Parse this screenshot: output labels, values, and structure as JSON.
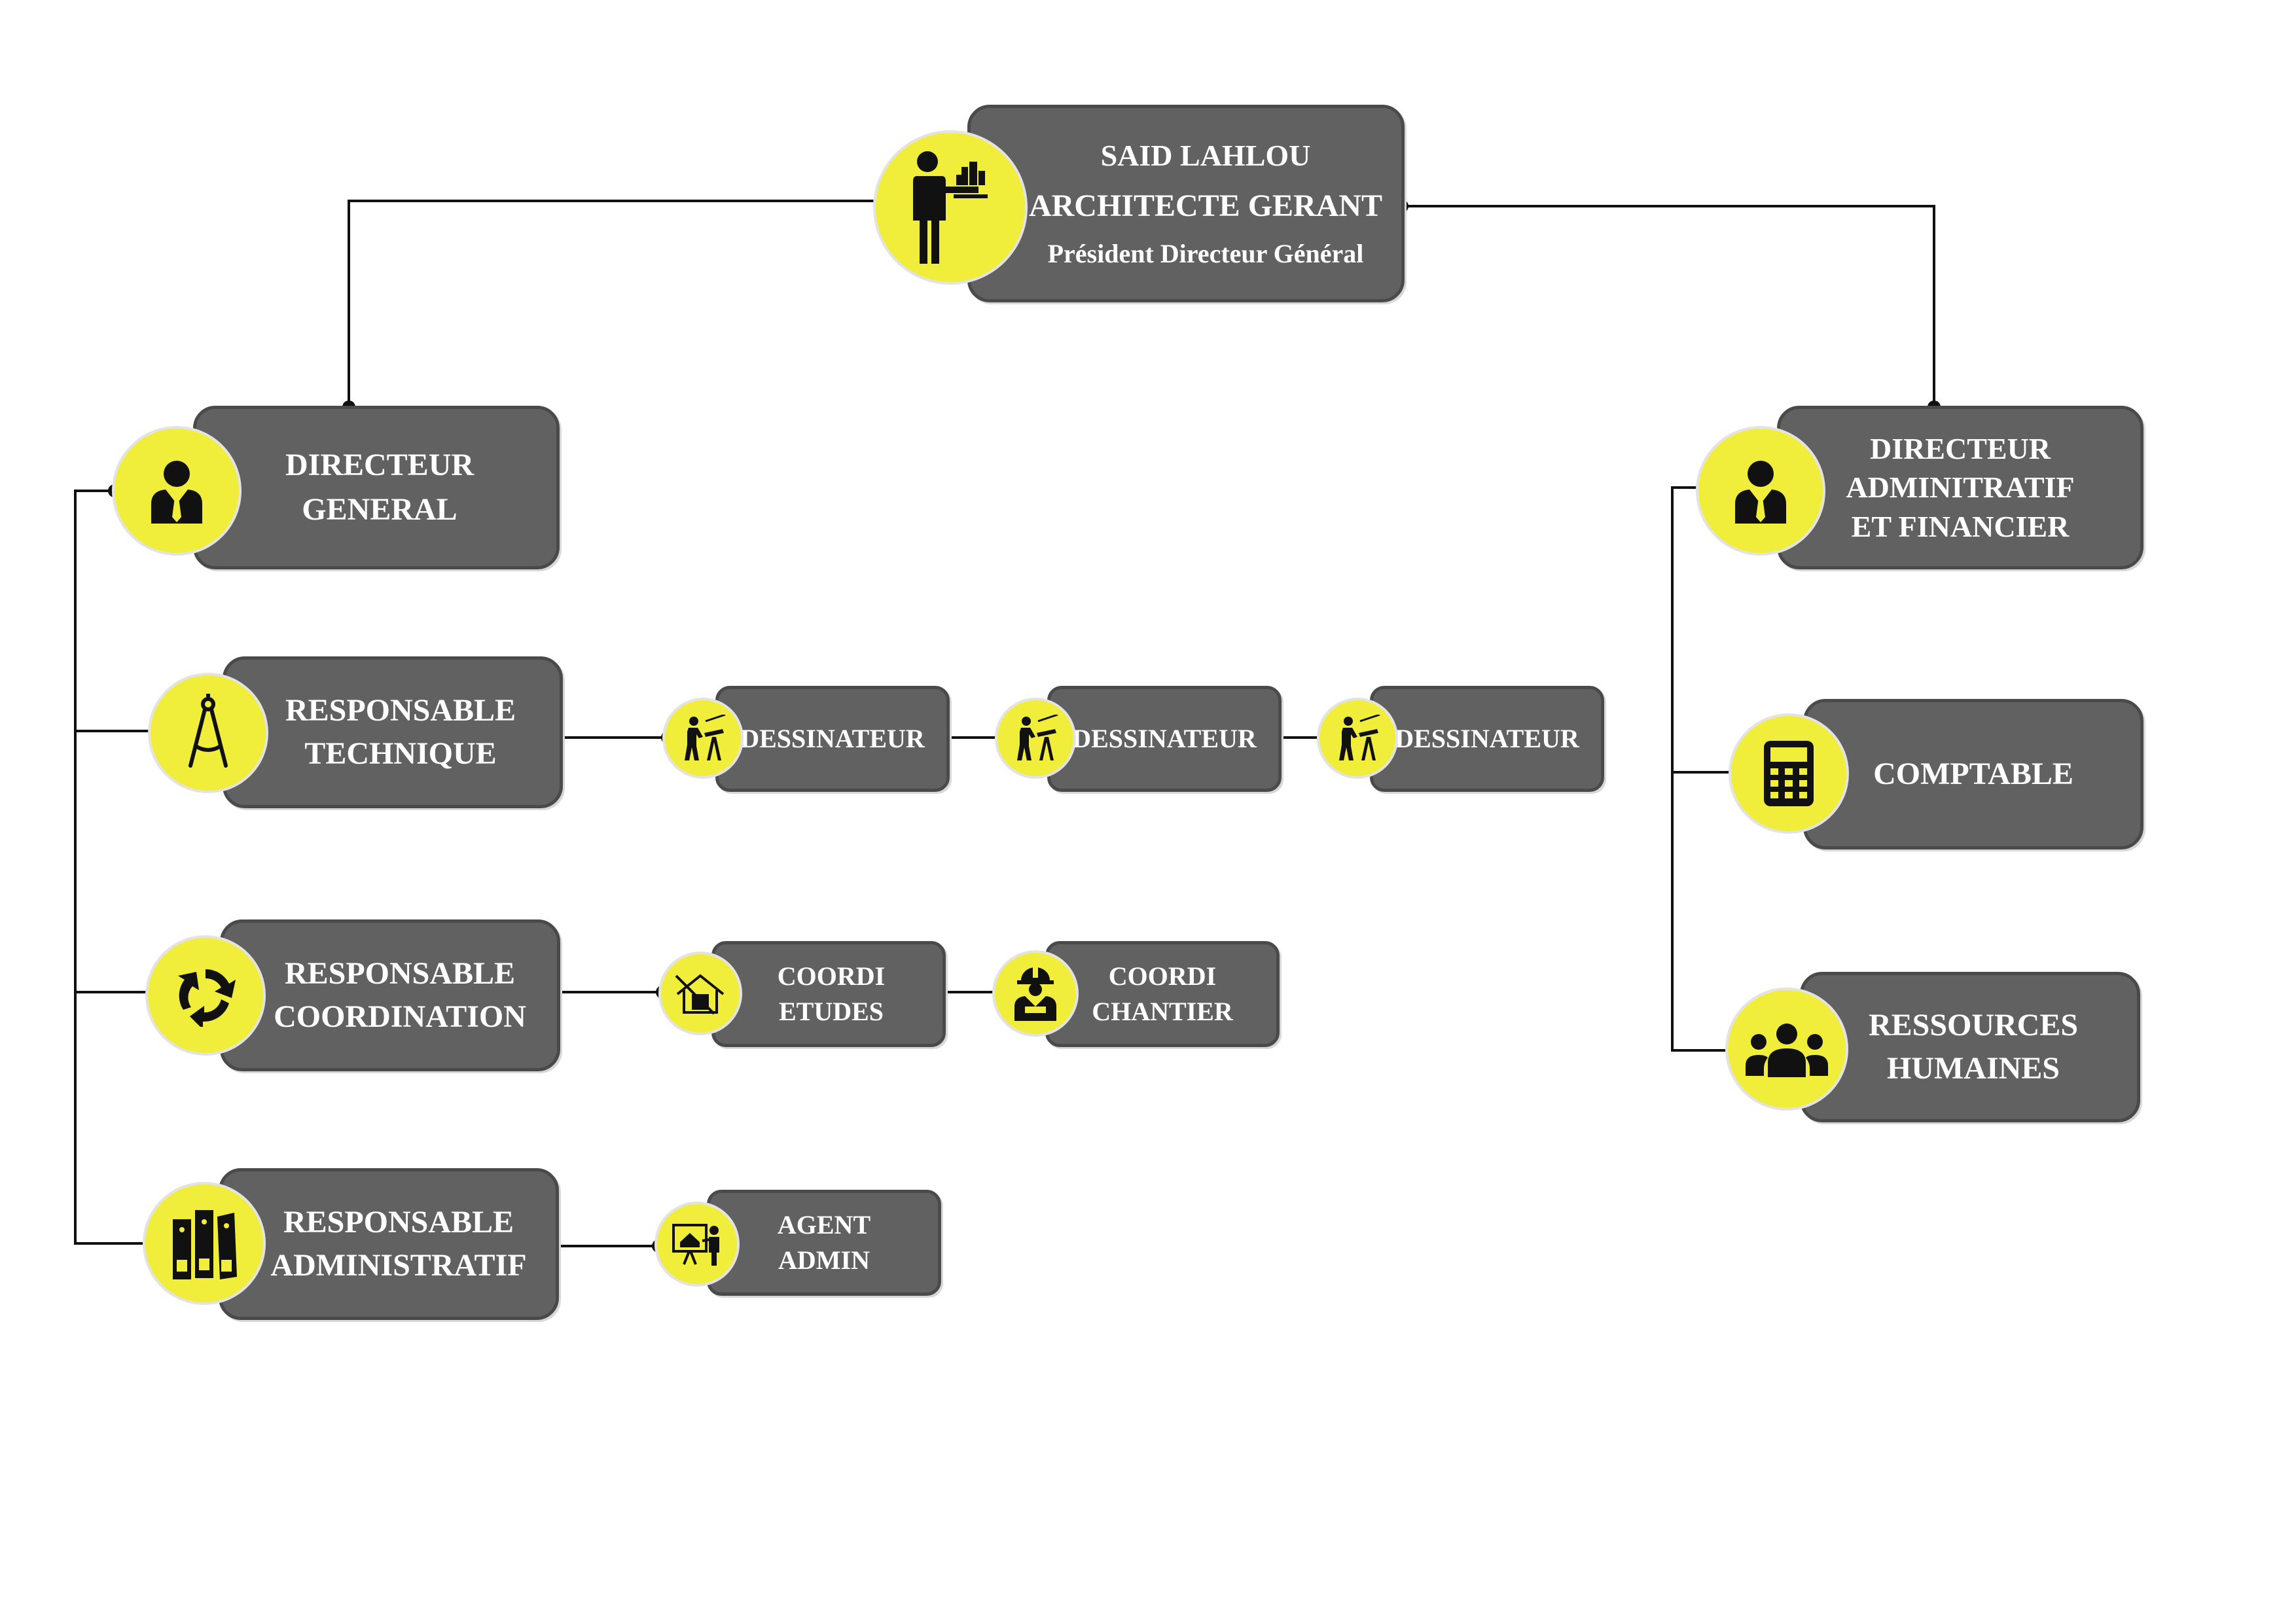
{
  "colors": {
    "box": "#616161",
    "circle": "#f0ee3a",
    "text": "#ffffff",
    "line": "#111111"
  },
  "top": {
    "name": "SAID LAHLOU",
    "title": "ARCHITECTE GERANT",
    "subtitle": "Président Directeur Général",
    "icon": "businessman-presenting-building-icon"
  },
  "dg": {
    "line1": "DIRECTEUR",
    "line2": "GENERAL",
    "icon": "manager-icon"
  },
  "daf": {
    "line1": "DIRECTEUR",
    "line2": "ADMINITRATIF",
    "line3": "ET FINANCIER",
    "icon": "manager-icon"
  },
  "resp_tech": {
    "line1": "RESPONSABLE",
    "line2": "TECHNIQUE",
    "icon": "compass-icon"
  },
  "resp_coord": {
    "line1": "RESPONSABLE",
    "line2": "COORDINATION",
    "icon": "recycle-arrows-icon"
  },
  "resp_admin": {
    "line1": "RESPONSABLE",
    "line2": "ADMINISTRATIF",
    "icon": "binders-icon"
  },
  "dessinateurs": [
    {
      "label": "DESSINATEUR",
      "icon": "draftsman-icon"
    },
    {
      "label": "DESSINATEUR",
      "icon": "draftsman-icon"
    },
    {
      "label": "DESSINATEUR",
      "icon": "draftsman-icon"
    }
  ],
  "coord_etudes": {
    "line1": "COORDI",
    "line2": "ETUDES",
    "icon": "house-plan-icon"
  },
  "coord_chantier": {
    "line1": "COORDI",
    "line2": "CHANTIER",
    "icon": "construction-worker-icon"
  },
  "agent_admin": {
    "line1": "AGENT",
    "line2": "ADMIN",
    "icon": "presentation-board-icon"
  },
  "comptable": {
    "label": "COMPTABLE",
    "icon": "calculator-icon"
  },
  "rh": {
    "line1": "RESSOURCES",
    "line2": "HUMAINES",
    "icon": "team-icon"
  }
}
